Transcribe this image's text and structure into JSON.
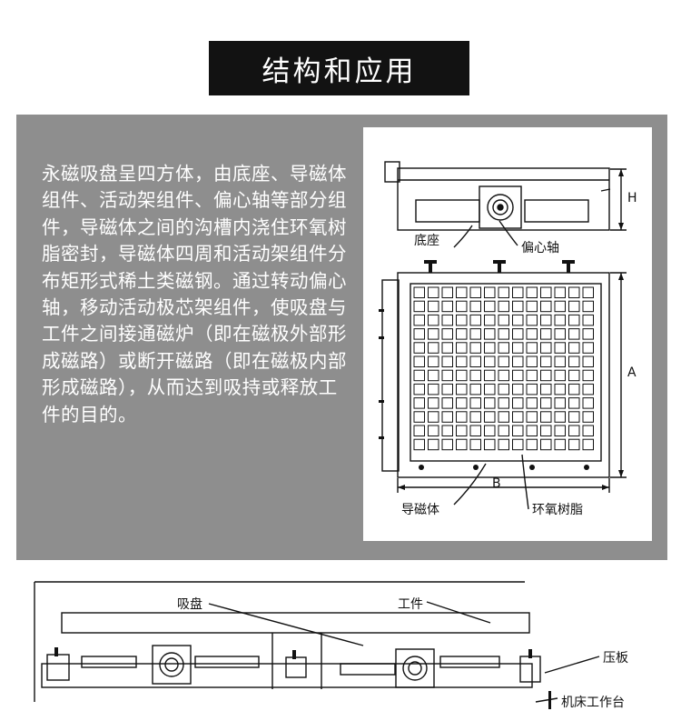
{
  "title": "结构和应用",
  "description": "永磁吸盘呈四方体，由底座、导磁体组件、活动架组件、偏心轴等部分组件，导磁体之间的沟槽内浇住环氧树脂密封，导磁体四周和活动架组件分布矩形式稀土类磁钢。通过转动偏心轴，移动活动极芯架组件，使吸盘与工件之间接通磁炉（即在磁极外部形成磁路）或断开磁路（即在磁极内部形成磁路），从而达到吸持或释放工件的目的。",
  "top_diagram": {
    "label_base": "底座",
    "label_eccentric_shaft": "偏心轴",
    "dim_h": "H",
    "dim_a": "A",
    "dim_b": "B",
    "label_magnetic_conductor": "导磁体",
    "label_epoxy": "环氧树脂"
  },
  "bottom_diagram": {
    "label_chuck": "吸盘",
    "label_workpiece": "工件",
    "label_clamp": "压板",
    "label_machine_table": "机床工作台"
  }
}
